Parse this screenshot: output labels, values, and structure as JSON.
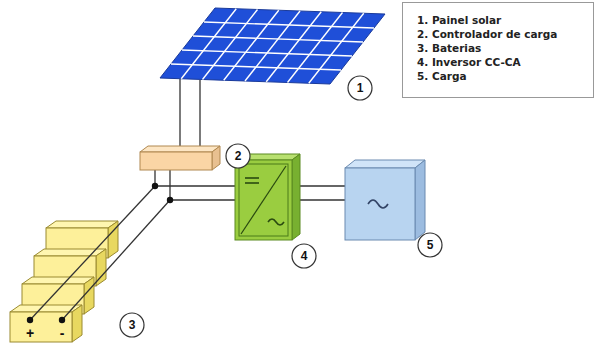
{
  "diagram": {
    "labels": [
      "1",
      "2",
      "3",
      "4",
      "5",
      "+",
      "-"
    ],
    "legend": [
      {
        "text": "1. Painel solar"
      },
      {
        "text": "2. Controlador de carga"
      },
      {
        "text": "3. Baterias"
      },
      {
        "text": "4. Inversor CC-CA"
      },
      {
        "text": "5. Carga"
      }
    ]
  }
}
